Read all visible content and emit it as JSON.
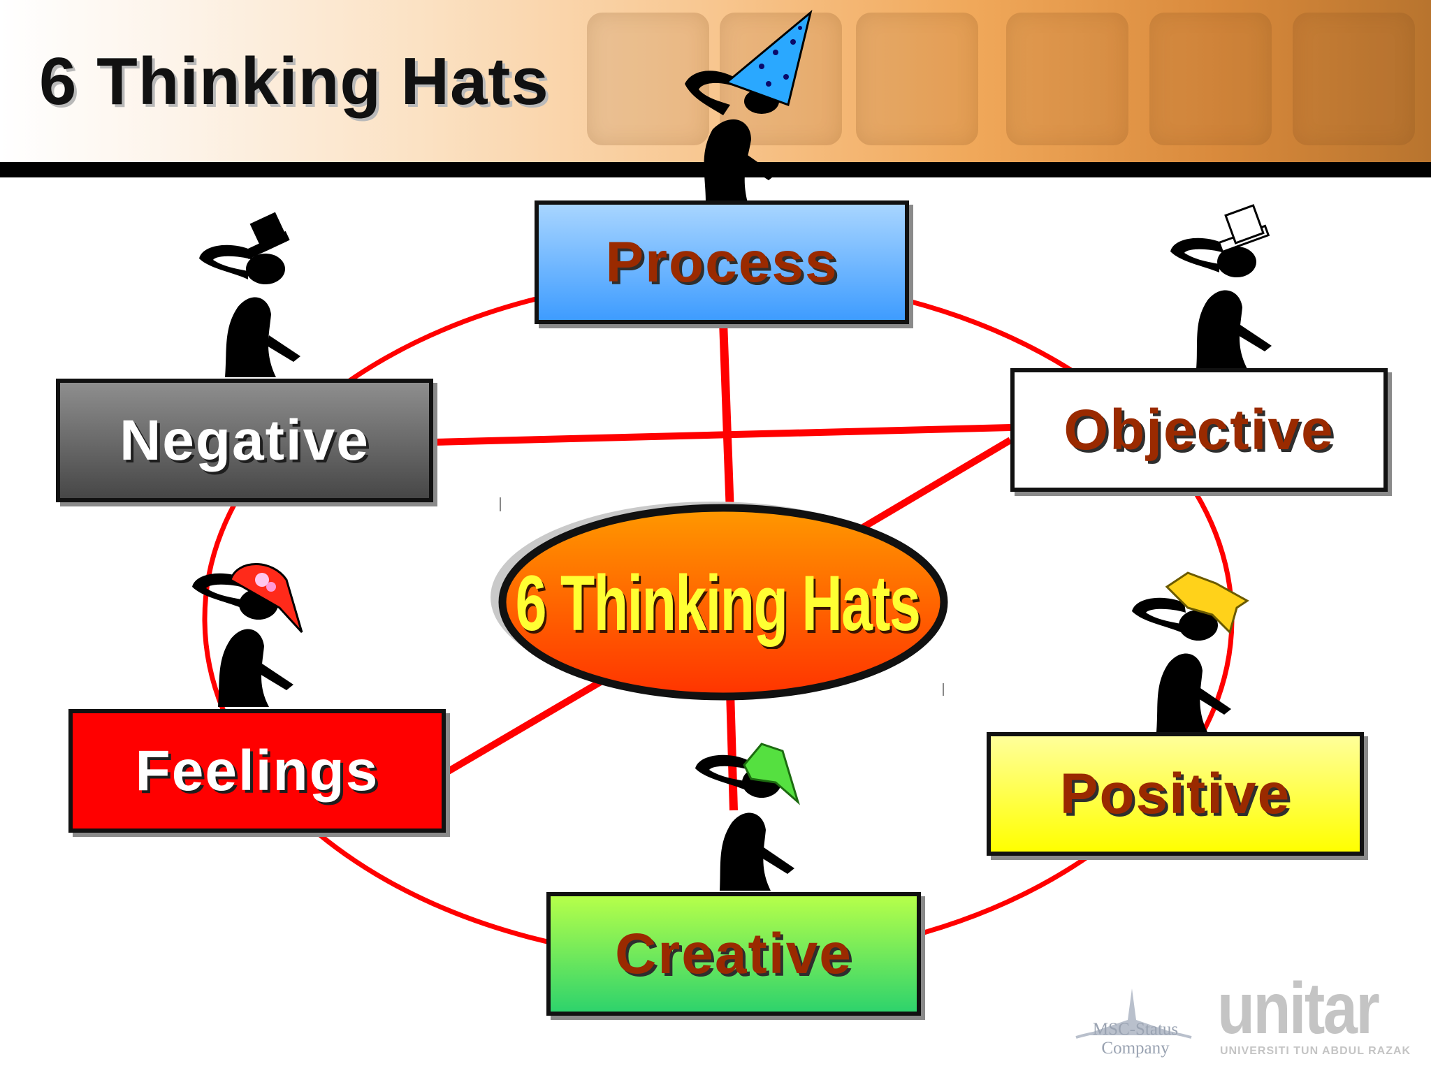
{
  "slide": {
    "title": "6 Thinking Hats"
  },
  "diagram": {
    "center_label": "6 Thinking Hats",
    "hats": [
      {
        "label": "Process",
        "hat_color": "blue",
        "box_color": "#3e9cff",
        "icon": "blue-wizard-hat-icon"
      },
      {
        "label": "Objective",
        "hat_color": "white",
        "box_color": "#ffffff",
        "icon": "white-top-hat-icon"
      },
      {
        "label": "Negative",
        "hat_color": "black",
        "box_color": "#555555",
        "icon": "black-top-hat-icon"
      },
      {
        "label": "Feelings",
        "hat_color": "red",
        "box_color": "#ff0000",
        "icon": "red-hat-icon"
      },
      {
        "label": "Positive",
        "hat_color": "yellow",
        "box_color": "#ffff00",
        "icon": "yellow-hat-icon"
      },
      {
        "label": "Creative",
        "hat_color": "green",
        "box_color": "#3fd96a",
        "icon": "green-hat-icon"
      }
    ],
    "connector_color": "#ff0000"
  },
  "footer": {
    "msc_label": "MSC-Status Company",
    "msc_line1": "MSC-Status",
    "msc_line2": "Company",
    "unitar_logo": "unitar",
    "unitar_sub": "UNIVERSITI TUN ABDUL RAZAK"
  }
}
